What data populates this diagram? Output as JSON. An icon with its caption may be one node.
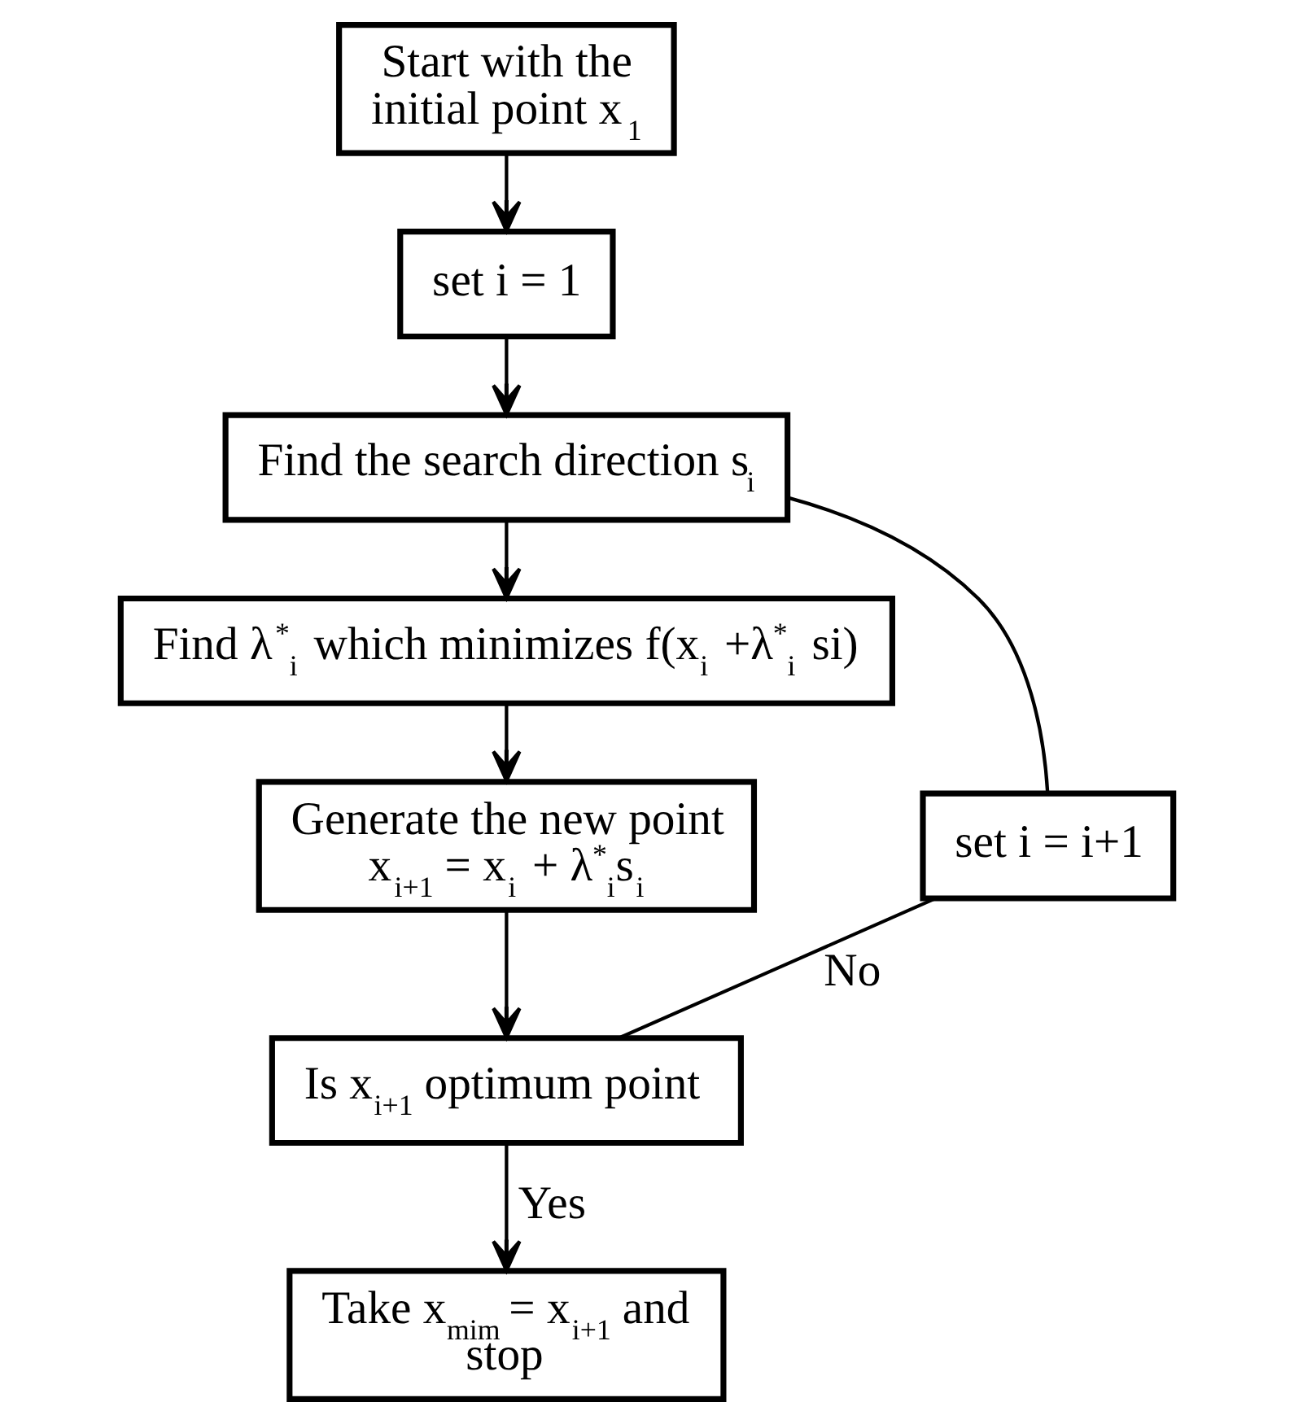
{
  "diagram": {
    "nodes": [
      {
        "text": [
          "Start with the initial point x$_{1}$"
        ]
      },
      {
        "text": [
          "set i = 1"
        ]
      },
      {
        "text": [
          "Find the search direction s$_{i}$"
        ]
      },
      {
        "text": [
          "Find λ$^{*}$$_{i}$ which minimizes f(x$_{i}$ +λ$^{*}$$_{i}$ si)"
        ]
      },
      {
        "text": [
          "Generate the new point",
          "x$_{i+1}$ = x$_{i}$ + λ$^{*}$$_{i}$s$_{i}$"
        ]
      },
      {
        "text": [
          "Is x$_{i+1}$ optimum point"
        ]
      },
      {
        "text": [
          "Take x$_{mim}$ = x$_{i+1}$ and stop"
        ]
      },
      {
        "text": [
          "set i = i+1"
        ]
      }
    ],
    "edges": [
      {
        "from": 0,
        "to": 1,
        "arrow": "to"
      },
      {
        "from": 1,
        "to": 2,
        "arrow": "to"
      },
      {
        "from": 2,
        "to": 3,
        "arrow": "to"
      },
      {
        "from": 3,
        "to": 4,
        "arrow": "to"
      },
      {
        "from": 4,
        "to": 5,
        "arrow": "to"
      },
      {
        "from": 5,
        "to": 6,
        "arrow": "to",
        "label": "Yes"
      },
      {
        "from": 5,
        "to": 7,
        "arrow": "none",
        "label": "No"
      },
      {
        "from": 7,
        "to": 2,
        "arrow": "none"
      }
    ]
  }
}
